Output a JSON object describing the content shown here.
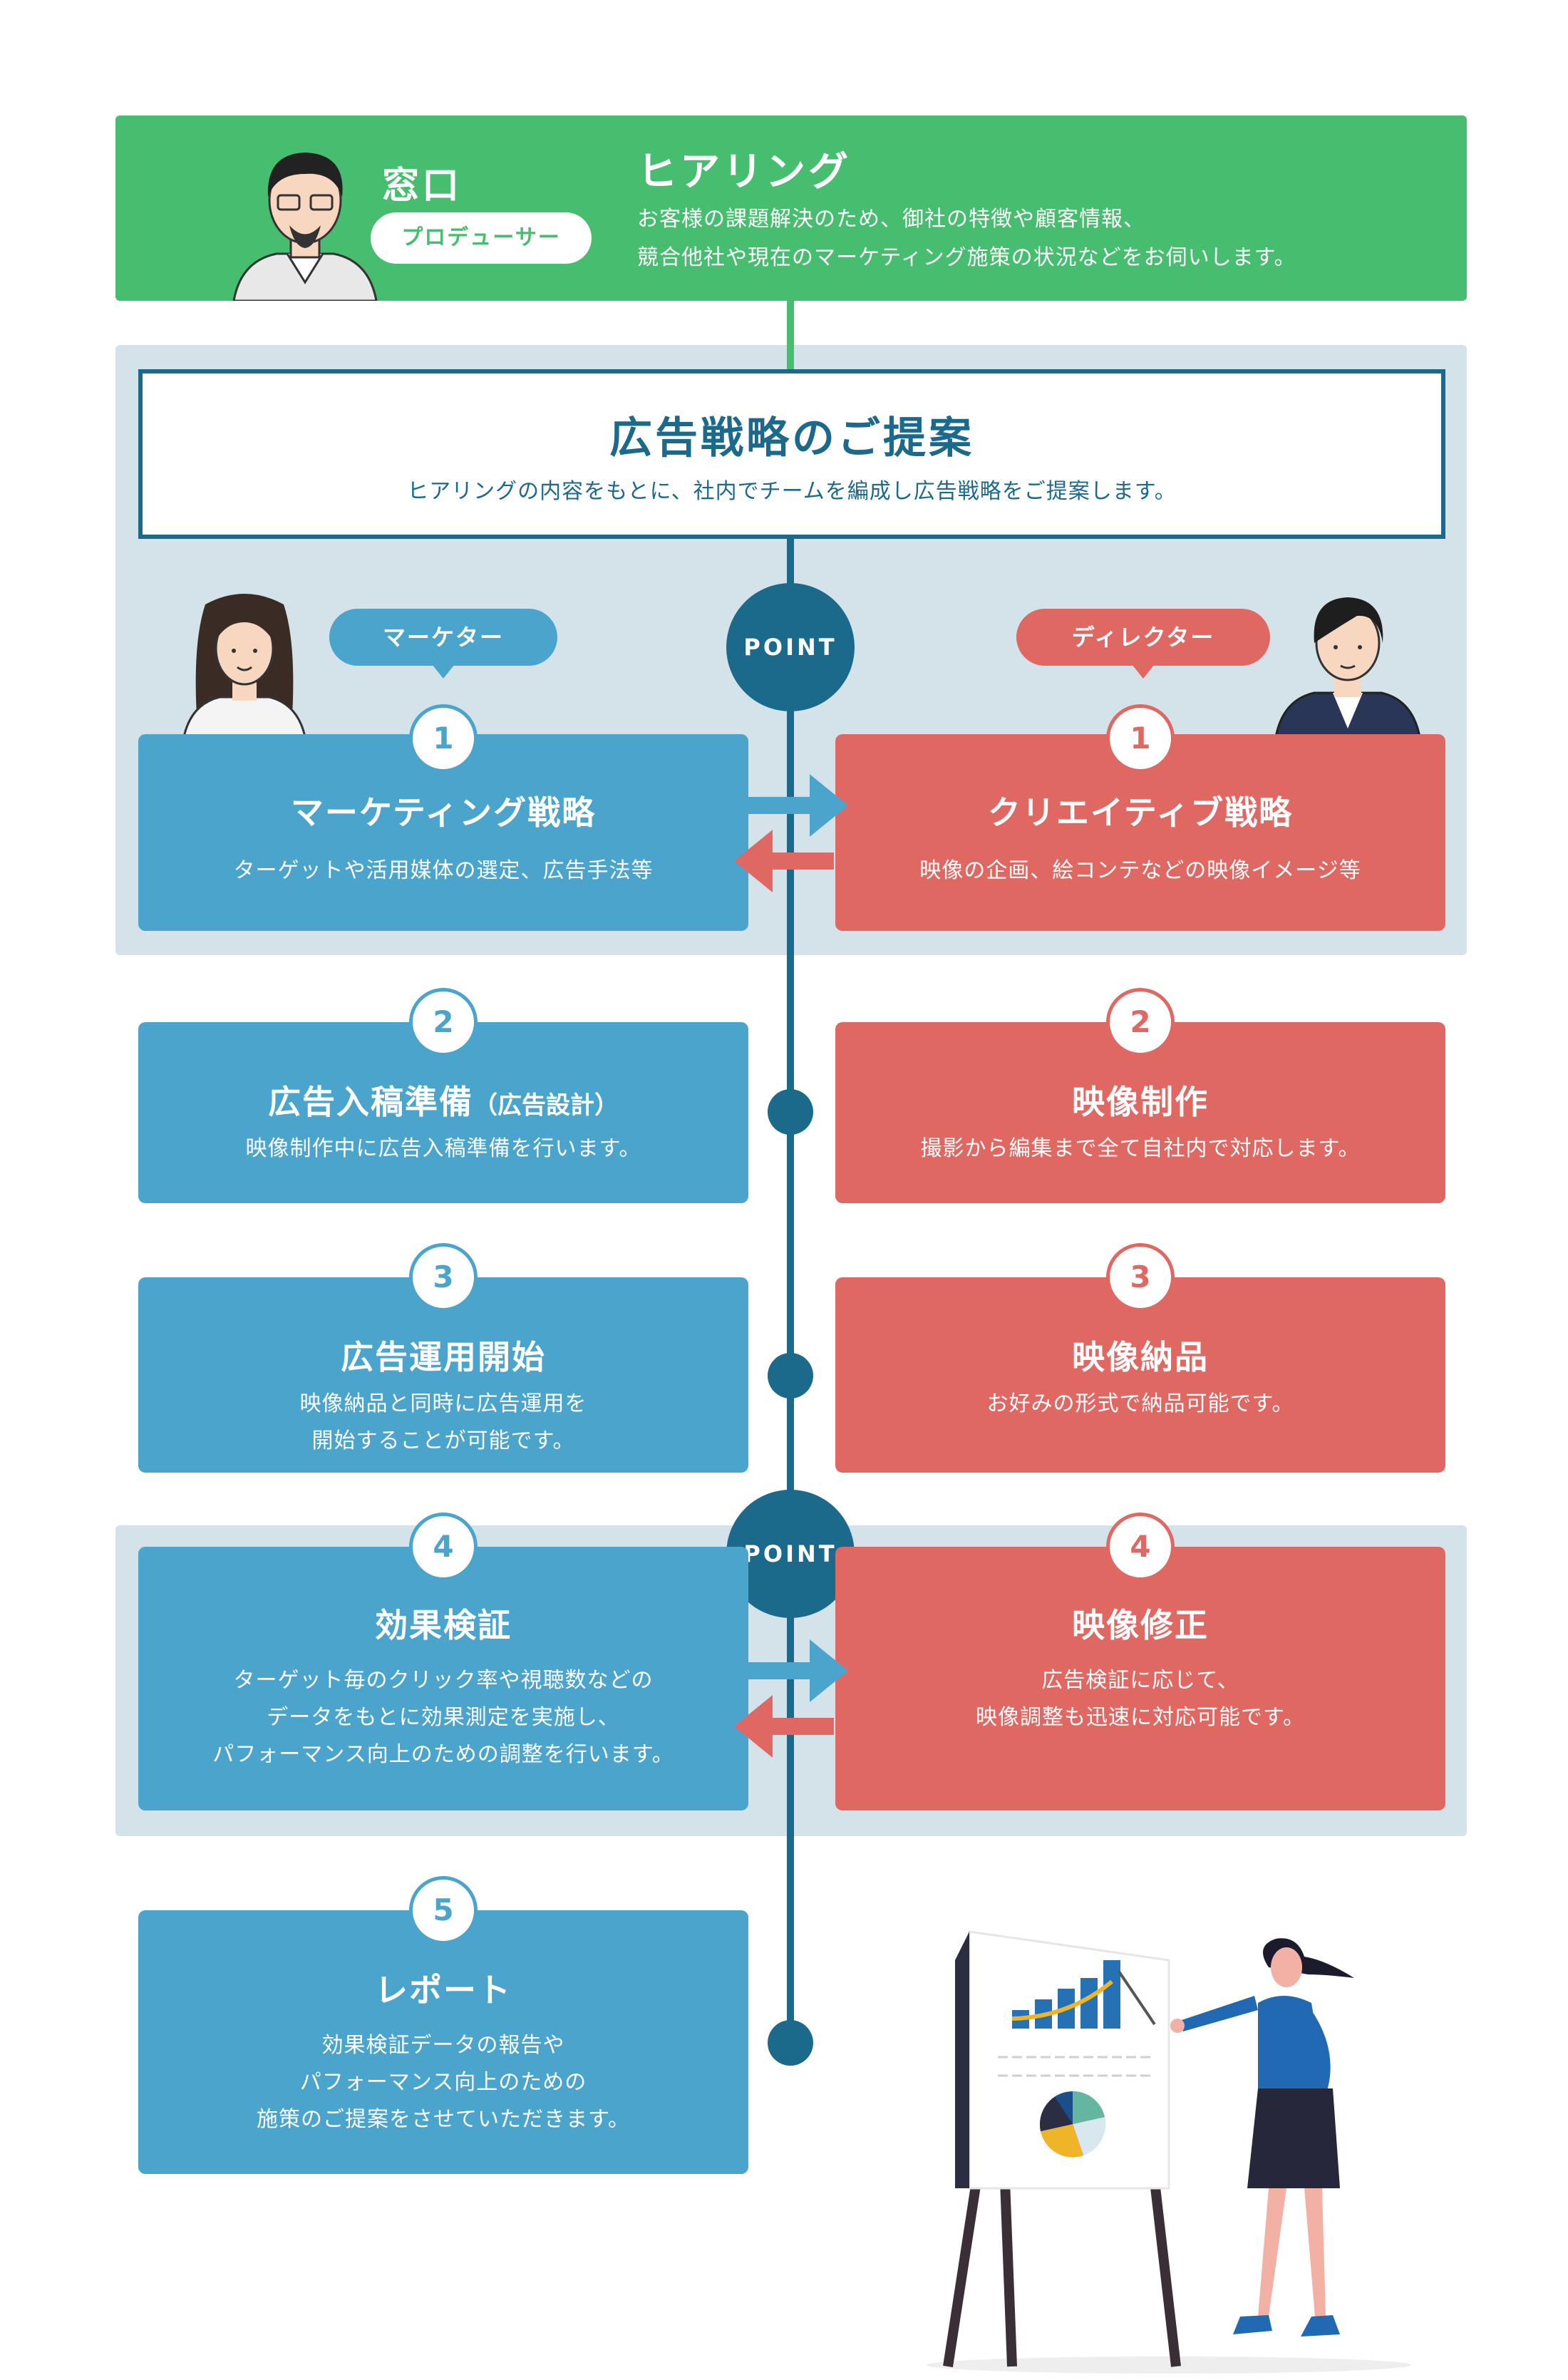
{
  "header": {
    "role_title": "窓口",
    "role_badge": "プロデューサー",
    "title": "ヒアリング",
    "desc_line1": "お客様の課題解決のため、御社の特徴や顧客情報、",
    "desc_line2": "競合他社や現在のマーケティング施策の状況などをお伺いします。"
  },
  "proposal": {
    "title": "広告戦略のご提案",
    "desc": "ヒアリングの内容をもとに、社内でチームを編成し広告戦略をご提案します。"
  },
  "point_label": "POINT",
  "roles": {
    "marketer": "マーケター",
    "director": "ディレクター"
  },
  "steps": {
    "s1_left": {
      "num": "1",
      "title": "マーケティング戦略",
      "desc": "ターゲットや活用媒体の選定、広告手法等"
    },
    "s1_right": {
      "num": "1",
      "title": "クリエイティブ戦略",
      "desc": "映像の企画、絵コンテなどの映像イメージ等"
    },
    "s2_left": {
      "num": "2",
      "title": "広告入稿準備",
      "title_note": "（広告設計）",
      "desc": "映像制作中に広告入稿準備を行います。"
    },
    "s2_right": {
      "num": "2",
      "title": "映像制作",
      "desc": "撮影から編集まで全て自社内で対応します。"
    },
    "s3_left": {
      "num": "3",
      "title": "広告運用開始",
      "desc_line1": "映像納品と同時に広告運用を",
      "desc_line2": "開始することが可能です。"
    },
    "s3_right": {
      "num": "3",
      "title": "映像納品",
      "desc": "お好みの形式で納品可能です。"
    },
    "s4_left": {
      "num": "4",
      "title": "効果検証",
      "desc_line1": "ターゲット毎のクリック率や視聴数などの",
      "desc_line2": "データをもとに効果測定を実施し、",
      "desc_line3": "パフォーマンス向上のための調整を行います。"
    },
    "s4_right": {
      "num": "4",
      "title": "映像修正",
      "desc_line1": "広告検証に応じて、",
      "desc_line2": "映像調整も迅速に対応可能です。"
    },
    "s5": {
      "num": "5",
      "title": "レポート",
      "desc_line1": "効果検証データの報告や",
      "desc_line2": "パフォーマンス向上のための",
      "desc_line3": "施策のご提案をさせていただきます。"
    }
  },
  "colors": {
    "green": "#47bd6f",
    "blue": "#4aa4cb",
    "red": "#e06863",
    "navy": "#1b6a8c",
    "pale": "#d4e2ea"
  },
  "illustrations": [
    "producer-avatar",
    "marketer-avatar",
    "director-avatar",
    "presenter-illustration"
  ]
}
